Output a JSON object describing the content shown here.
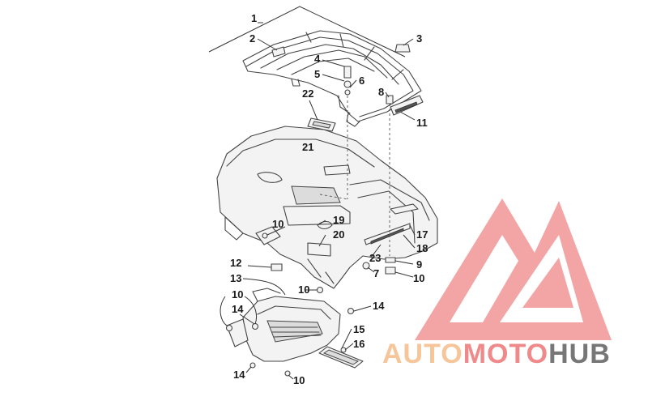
{
  "callouts": [
    {
      "id": "c1",
      "label": "1"
    },
    {
      "id": "c2",
      "label": "2"
    },
    {
      "id": "c3",
      "label": "3"
    },
    {
      "id": "c4",
      "label": "4"
    },
    {
      "id": "c5",
      "label": "5"
    },
    {
      "id": "c6",
      "label": "6"
    },
    {
      "id": "c7",
      "label": "7"
    },
    {
      "id": "c8",
      "label": "8"
    },
    {
      "id": "c9",
      "label": "9"
    },
    {
      "id": "c10a",
      "label": "10"
    },
    {
      "id": "c10b",
      "label": "10"
    },
    {
      "id": "c10c",
      "label": "10"
    },
    {
      "id": "c10d",
      "label": "10"
    },
    {
      "id": "c10e",
      "label": "10"
    },
    {
      "id": "c11",
      "label": "11"
    },
    {
      "id": "c12",
      "label": "12"
    },
    {
      "id": "c13",
      "label": "13"
    },
    {
      "id": "c14a",
      "label": "14"
    },
    {
      "id": "c14b",
      "label": "14"
    },
    {
      "id": "c14c",
      "label": "14"
    },
    {
      "id": "c15",
      "label": "15"
    },
    {
      "id": "c16",
      "label": "16"
    },
    {
      "id": "c17",
      "label": "17"
    },
    {
      "id": "c18",
      "label": "18"
    },
    {
      "id": "c19",
      "label": "19"
    },
    {
      "id": "c20",
      "label": "20"
    },
    {
      "id": "c21",
      "label": "21"
    },
    {
      "id": "c22",
      "label": "22"
    },
    {
      "id": "c23",
      "label": "23"
    }
  ],
  "watermark": {
    "part1": "AUTO",
    "part2": "MOTO",
    "part3": "HUB",
    "color_light": "#f7c59a",
    "color_mid": "#f08a8a",
    "color_dark": "#777777",
    "logo_color": "#f08a8a"
  }
}
